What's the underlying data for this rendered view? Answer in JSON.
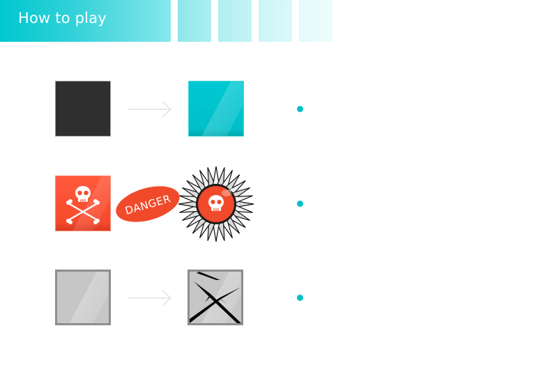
{
  "header": {
    "title": "How to play"
  },
  "tutorial": {
    "rows": [
      {
        "from": "dark-tile",
        "to": "cyan-tile",
        "connector": "arrow"
      },
      {
        "from": "skull-crossbones-tile",
        "to": "spiked-skull-mine",
        "connector": "danger-badge"
      },
      {
        "from": "gray-tile",
        "to": "cracked-tile",
        "connector": "arrow"
      }
    ],
    "danger_label": "DANGER"
  },
  "colors": {
    "accent": "#00c7d0",
    "danger": "#f64a2c",
    "dark_tile": "#2f2f2f",
    "gray_tile": "#c6c6c6"
  }
}
